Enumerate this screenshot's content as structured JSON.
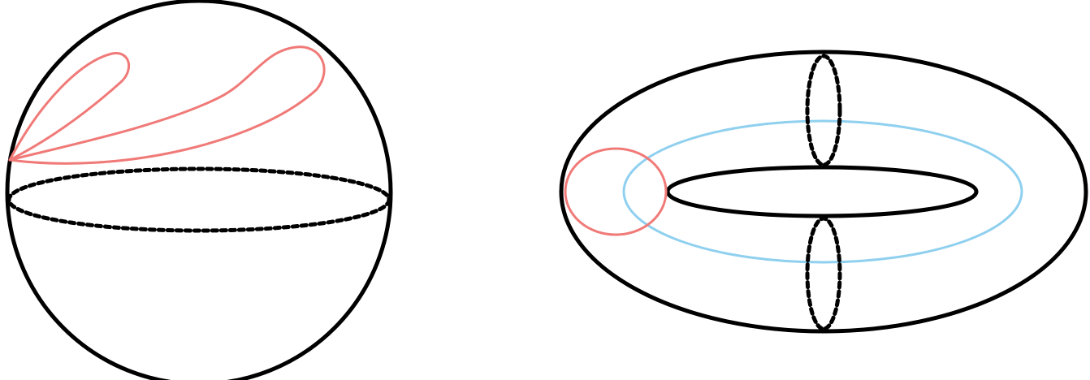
{
  "colors": {
    "background": "#ffffff",
    "outline": "#000000",
    "contractible_loop": "#f07a78",
    "non_contractible_loop": "#8fd0ef"
  },
  "figures": [
    {
      "id": "sphere",
      "elements": [
        "sphere-outline",
        "sphere-equator",
        "sphere-loop-small",
        "sphere-loop-large"
      ]
    },
    {
      "id": "torus",
      "elements": [
        "torus-outer-outline",
        "torus-hole",
        "torus-meridian-loop",
        "torus-longitude-loop",
        "torus-cut-top",
        "torus-cut-bottom"
      ]
    }
  ]
}
